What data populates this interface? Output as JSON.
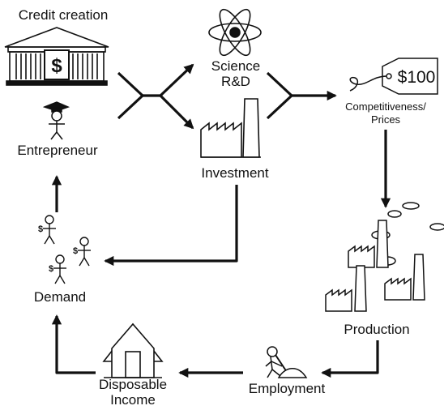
{
  "nodes": {
    "credit_creation": "Credit creation",
    "entrepreneur": "Entrepreneur",
    "science": [
      "Science",
      "R&D"
    ],
    "investment": "Investment",
    "competitiveness": [
      "Competitiveness/",
      "Prices"
    ],
    "production": "Production",
    "employment": "Employment",
    "disposable_income": [
      "Disposable",
      "Income"
    ],
    "demand": "Demand"
  },
  "symbols": {
    "bank_sign": "$",
    "price_tag": "$100",
    "demand_sign": "$"
  },
  "icons": [
    "bank-icon",
    "graduate-person-icon",
    "atom-icon",
    "factory-icon",
    "price-tag-icon",
    "factories-icon",
    "worker-icon",
    "house-icon",
    "shoppers-icon"
  ],
  "colors": {
    "ink": "#111111",
    "background": "#ffffff"
  }
}
